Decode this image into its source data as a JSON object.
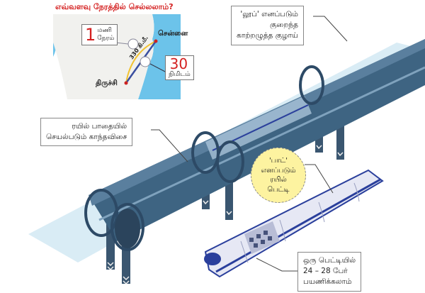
{
  "title": "எவ்வளவு நேரத்தில் செல்லலாம்?",
  "map": {
    "city_chennai": "சென்னை",
    "city_trichy": "திருச்சி",
    "distance": "330 கி.மீ.",
    "train_time": {
      "number": "1",
      "unit_line1": "மணி",
      "unit_line2": "நேரம்"
    },
    "hyperloop_time": {
      "number": "30",
      "unit": "நிமிடம்"
    }
  },
  "labels": {
    "loop": [
      "'லூப்' எனப்படும்",
      "குறைந்த",
      "காற்றழுத்த குழாய்"
    ],
    "magnet": [
      "ரயில் பாதையில்",
      "செயல்படும் காந்தவிசை"
    ],
    "pod": [
      "'பாட்'",
      "எனப்படும்",
      "ரயில்",
      "பெட்டி"
    ],
    "capacity": [
      "ஒரு பெட்டியில்",
      "24 – 28 பேர்",
      "பயணிக்கலாம்"
    ]
  },
  "colors": {
    "tube": "#3e6482",
    "tube_light": "#7fa2bd",
    "ground": "#d9ecf5",
    "accent_red": "#d42020",
    "pod_blue": "#2a3f9c",
    "yellow": "#fdf3a0"
  }
}
